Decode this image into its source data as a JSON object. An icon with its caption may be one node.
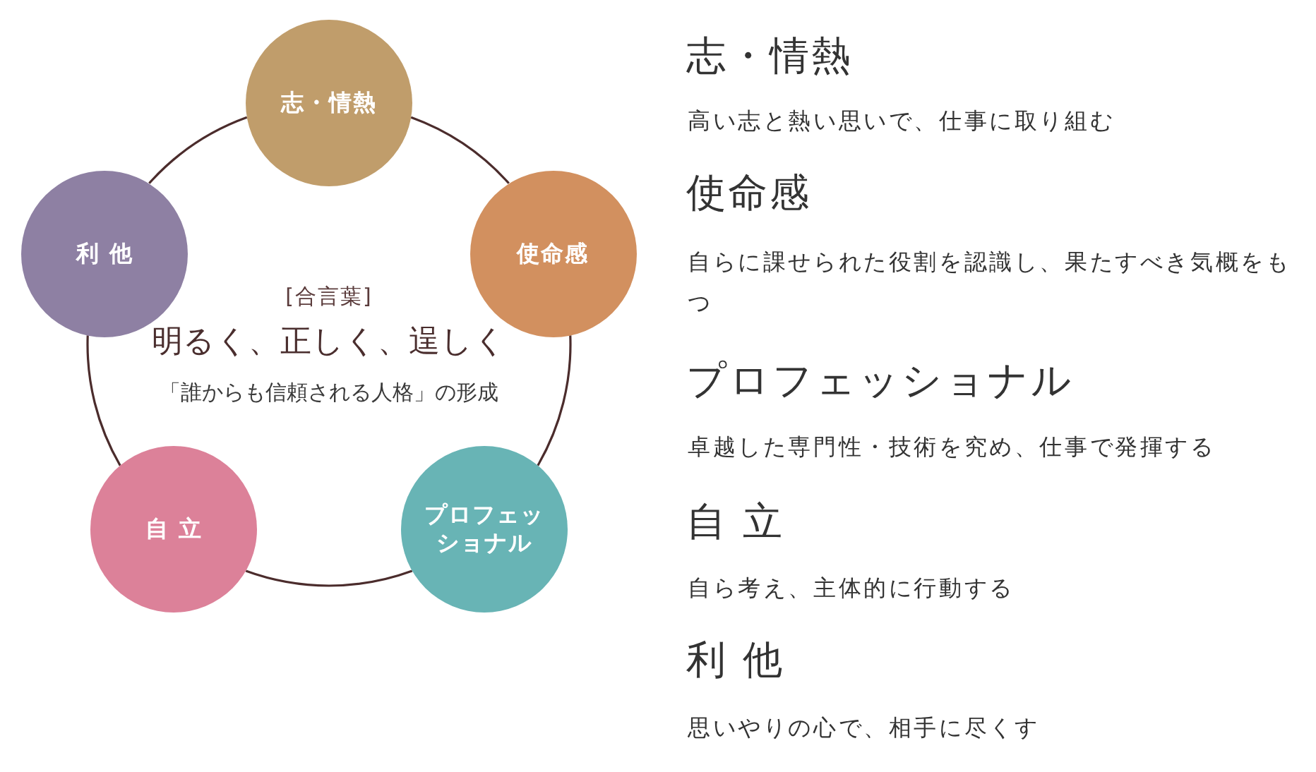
{
  "diagram": {
    "nodes": [
      {
        "text": [
          "志・情熱"
        ]
      },
      {
        "text": [
          "使命感"
        ]
      },
      {
        "text": [
          "プロフェッショナル"
        ]
      },
      {
        "text": [
          "自 立"
        ]
      },
      {
        "text": [
          "利 他"
        ]
      }
    ],
    "edges": [
      {
        "from": 0,
        "to": 1,
        "arrow": "none"
      },
      {
        "from": 1,
        "to": 2,
        "arrow": "none"
      },
      {
        "from": 2,
        "to": 3,
        "arrow": "none"
      },
      {
        "from": 3,
        "to": 4,
        "arrow": "none"
      },
      {
        "from": 4,
        "to": 0,
        "arrow": "none"
      }
    ],
    "labels": [
      "[合言葉]",
      "明るく、正しく、逞しく",
      "「誰からも信頼される人格」の形成",
      "志・情熱",
      "高い志と熱い思いで、仕事に取り組む",
      "使命感",
      "自らに課せられた役割を認識し、果たすべき気概をもつ",
      "プロフェッショナル",
      "卓越した専門性・技術を究め、仕事で発揮する",
      "自 立",
      "自ら考え、主体的に行動する",
      "利 他",
      "思いやりの心で、相手に尽くす"
    ]
  }
}
